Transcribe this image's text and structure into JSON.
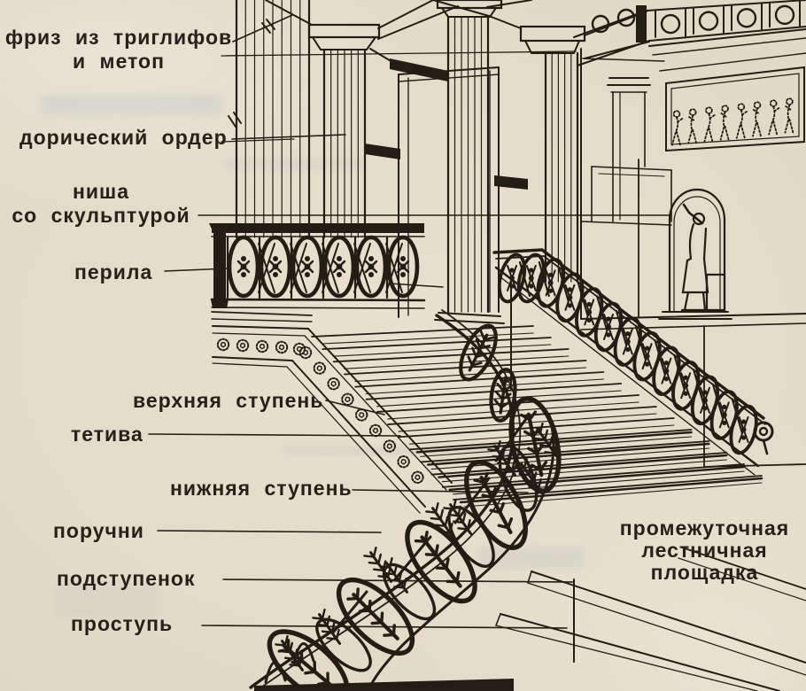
{
  "page": {
    "paper_color": "#e9e1cf",
    "ink_color": "#221d15"
  },
  "figure": {
    "description": "labeled-line-drawing-of-grand-interior-staircase-with-doric-columns",
    "labels": {
      "frieze_line1": "фриз из триглифов",
      "frieze_line2": "и метоп",
      "doric_order": "дорический ордер",
      "niche_line1": "ниша",
      "niche_line2": "со скульптурой",
      "railing": "перила",
      "upper_step": "верхняя ступень",
      "stringer": "тетива",
      "lower_step": "нижняя ступень",
      "handrails": "поручни",
      "riser": "подступенок",
      "tread": "проступь",
      "landing_line1": "промежуточная",
      "landing_line2": "лестничная",
      "landing_line3": "площадка"
    }
  }
}
